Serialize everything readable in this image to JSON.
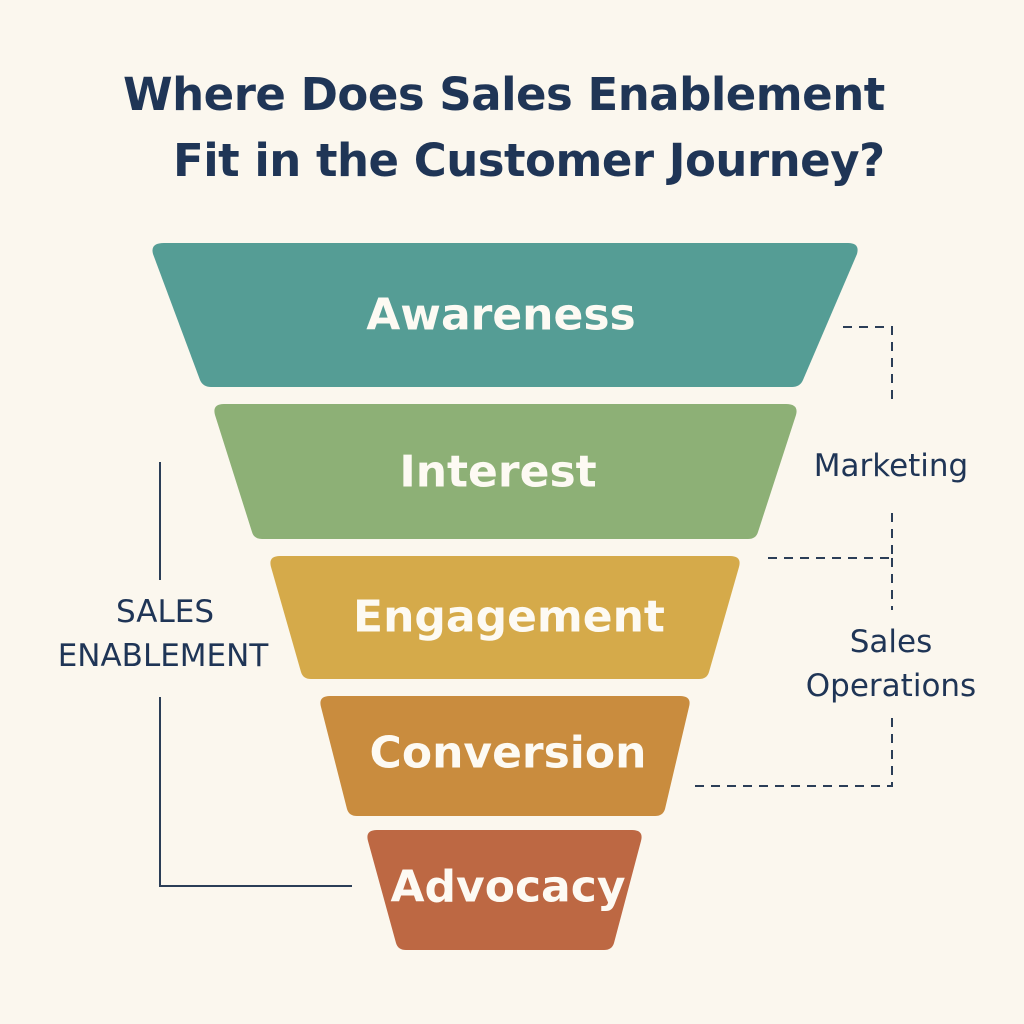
{
  "title": {
    "line1": "Where Does Sales Enablement",
    "line2": "Fit in the Customer Journey?"
  },
  "stages": [
    {
      "label": "Awareness",
      "color": "#559d95"
    },
    {
      "label": "Interest",
      "color": "#8db076"
    },
    {
      "label": "Engagement",
      "color": "#d5aa4a"
    },
    {
      "label": "Conversion",
      "color": "#c98c3e"
    },
    {
      "label": "Advocacy",
      "color": "#bd6843"
    }
  ],
  "brackets": {
    "sales_enablement": {
      "line1": "SALES",
      "line2": "ENABLEMENT"
    },
    "marketing": {
      "label": "Marketing"
    },
    "sales_operations": {
      "line1": "Sales",
      "line2": "Operations"
    }
  },
  "colors": {
    "background": "#fbf7ee",
    "text": "#1f3556",
    "stage_text": "#fdfaf3"
  }
}
